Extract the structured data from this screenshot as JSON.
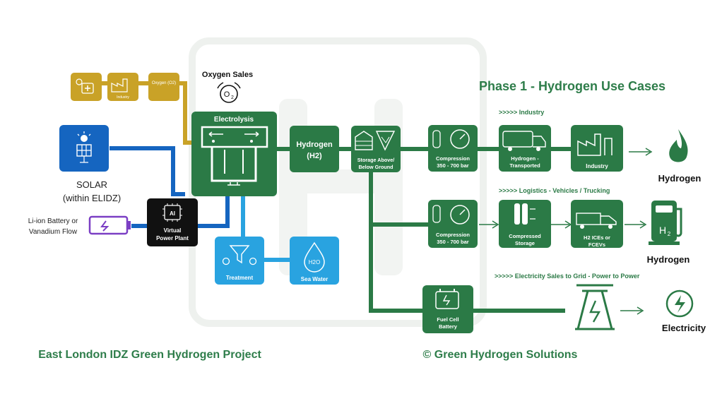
{
  "colors": {
    "green": "#2b7a46",
    "green_dark": "#1f6a3a",
    "title_green": "#2e7d4a",
    "gold": "#c9a227",
    "blue_dark": "#1565c0",
    "blue_light": "#29a3e0",
    "purple": "#7b3fc4",
    "black": "#111111",
    "watermark": "#eef1ee"
  },
  "header": {
    "phase_title": "Phase 1 - Hydrogen Use Cases"
  },
  "inputs": {
    "oxygen_sales_label": "Oxygen Sales",
    "oxygen_symbol": "O",
    "oxygen_sub": "2",
    "gold_industry_label": "Industry",
    "gold_oxygen_label": "Oxygen (O2)",
    "solar_label": "SOLAR",
    "solar_sub": "(within ELIDZ)",
    "battery_label_1": "Li-ion Battery or",
    "battery_label_2": "Vanadium Flow",
    "vpp_label_1": "Virtual",
    "vpp_label_2": "Power Plant",
    "vpp_chip": "AI"
  },
  "core": {
    "electrolysis_label": "Electrolysis",
    "hydrogen_label": "Hydrogen",
    "hydrogen_sub": "(H2)",
    "storage_label_1": "Storage Above/",
    "storage_label_2": "Below Ground",
    "treatment_label": "Treatment",
    "sea_water_label": "Sea Water",
    "water_symbol": "H2O"
  },
  "industry_row": {
    "heading": ">>>>> Industry",
    "compression_1": "Compression",
    "compression_2": "350 - 700 bar",
    "transport_1": "Hydrogen -",
    "transport_2": "Transported",
    "industry": "Industry",
    "output": "Hydrogen"
  },
  "logistics_row": {
    "heading": ">>>>>  Logistics - Vehicles / Trucking",
    "compression_1": "Compression",
    "compression_2": "350 - 700 bar",
    "storage_1": "Compressed",
    "storage_2": "Storage",
    "vehicles_1": "H2 ICEs or",
    "vehicles_2": "FCEVs",
    "output": "Hydrogen",
    "pump_symbol": "H",
    "pump_sub": "2"
  },
  "electricity_row": {
    "heading": ">>>>> Electricity Sales to Grid - Power to Power",
    "fuel_cell_1": "Fuel Cell",
    "fuel_cell_2": "Battery",
    "output": "Electricity"
  },
  "footer": {
    "project": "East London IDZ Green Hydrogen Project",
    "copyright": "© Green Hydrogen Solutions"
  }
}
